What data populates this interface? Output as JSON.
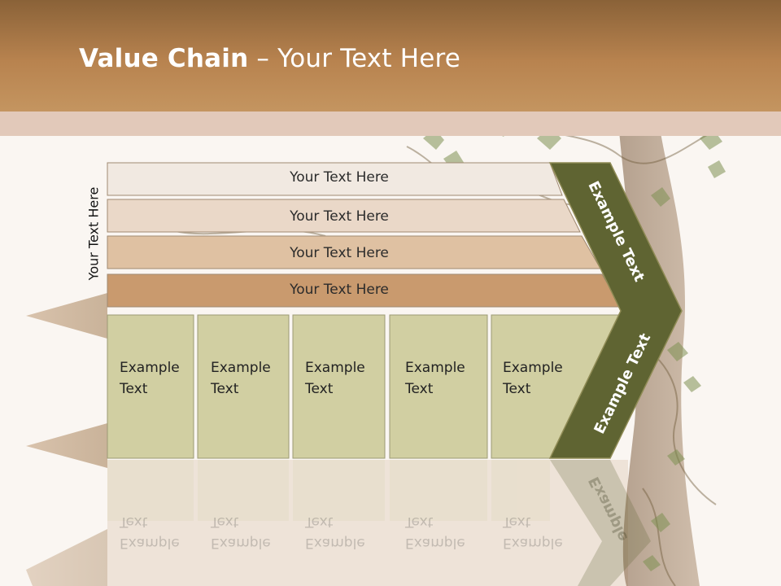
{
  "slide": {
    "title_bold": "Value Chain",
    "title_rest": " – Your Text Here"
  },
  "diagram": {
    "side_label": "Your Text Here",
    "bars": [
      {
        "label": "Your Text Here",
        "color": "#f1e9e1"
      },
      {
        "label": "Your Text Here",
        "color": "#ead8c8"
      },
      {
        "label": "Your Text Here",
        "color": "#dfc1a2"
      },
      {
        "label": "Your Text Here",
        "color": "#c99a6e"
      }
    ],
    "boxes": [
      {
        "line1": "Example",
        "line2": "Text"
      },
      {
        "line1": "Example",
        "line2": "Text"
      },
      {
        "line1": "Example",
        "line2": "Text"
      },
      {
        "line1": "Example",
        "line2": "Text"
      },
      {
        "line1": "Example",
        "line2": "Text"
      }
    ],
    "chevron_top_label": "Example Text",
    "chevron_bottom_label": "Example Text",
    "chevron_reflection_label": "Example",
    "colors": {
      "header": "#b8834f",
      "box_fill": "#d1cfa2",
      "chevron": "#5f6432",
      "chevron_border": "#8f8b55"
    },
    "icons": [
      "ivy-vine-decoration",
      "wood-plank-decoration"
    ]
  }
}
